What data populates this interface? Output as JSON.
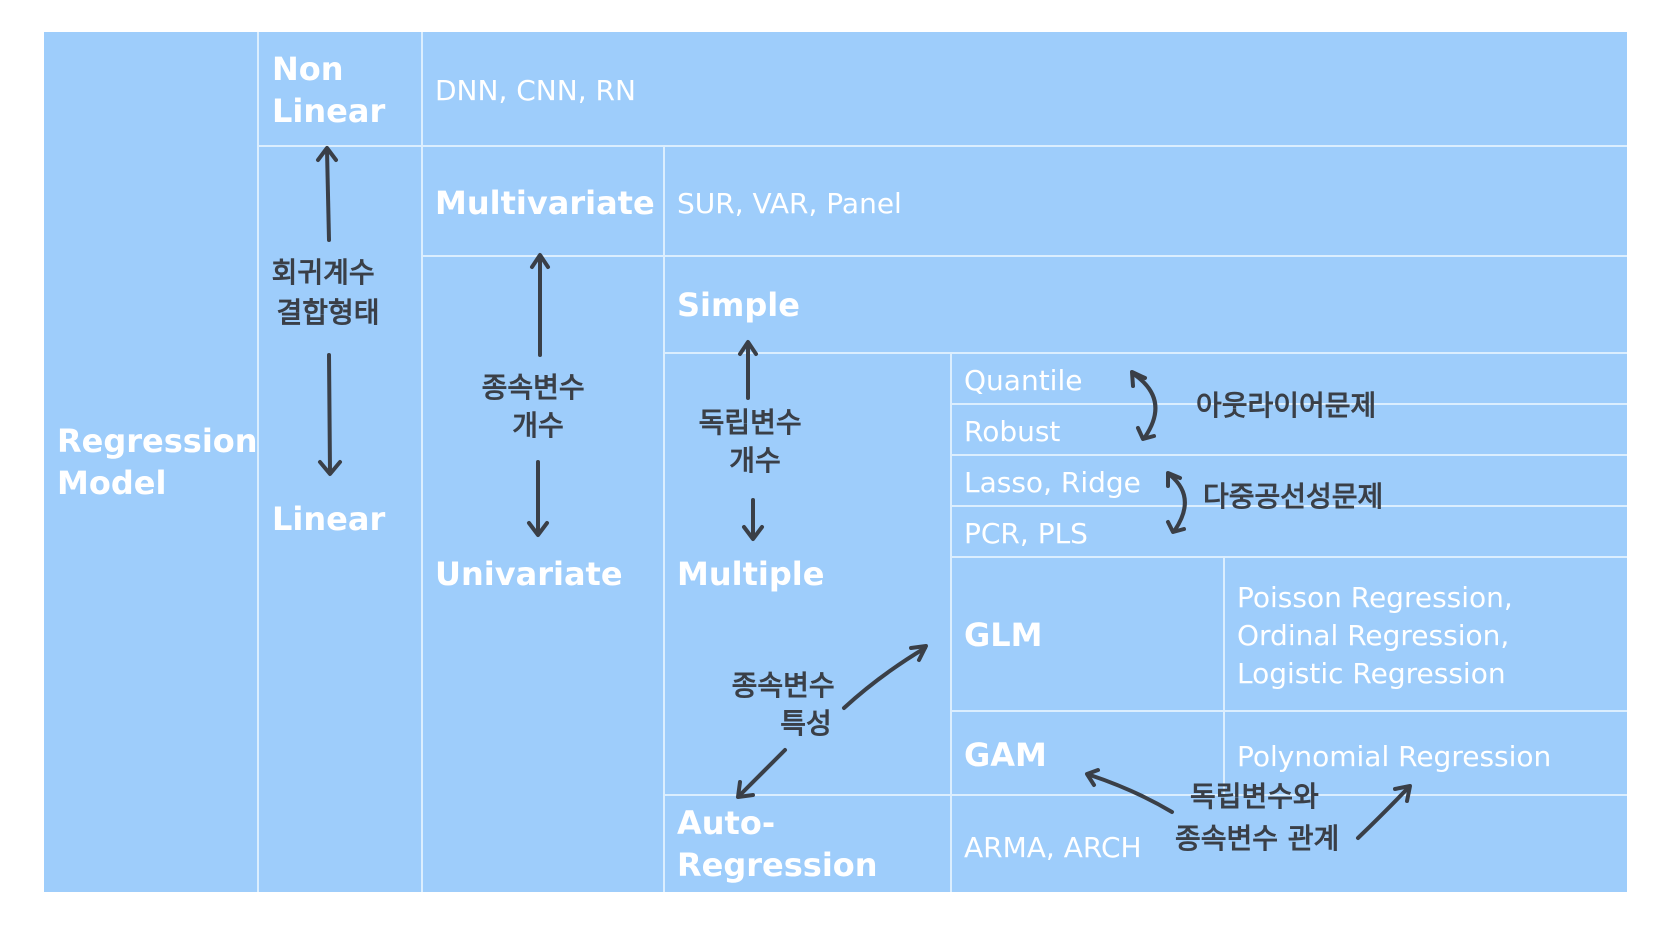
{
  "regression_model": "Regression Model",
  "level1": {
    "non_linear": "Non Linear",
    "linear": "Linear"
  },
  "level2": {
    "multivariate": "Multivariate",
    "univariate": "Univariate"
  },
  "level3": {
    "simple": "Simple",
    "multiple": "Multiple",
    "auto_regression": "Auto- Regression"
  },
  "level4": {
    "quantile": "Quantile",
    "robust": "Robust",
    "lasso_ridge": "Lasso, Ridge",
    "pcr_pls": "PCR, PLS",
    "glm": "GLM",
    "gam": "GAM"
  },
  "examples": {
    "nonlinear": "DNN, CNN, RN",
    "multivariate": "SUR, VAR, Panel",
    "glm": "Poisson Regression, Ordinal Regression, Logistic Regression",
    "gam": "Polynomial Regression",
    "auto": "ARMA, ARCH"
  },
  "annotations": {
    "coef_form": "회귀계수 결합형태",
    "dep_count": "종속변수 개수",
    "indep_count": "독립변수 개수",
    "outlier": "아웃라이어문제",
    "multicollinearity": "다중공선성문제",
    "dep_property": "종속변수 특성",
    "relation": "독립변수와 종속변수 관계"
  }
}
